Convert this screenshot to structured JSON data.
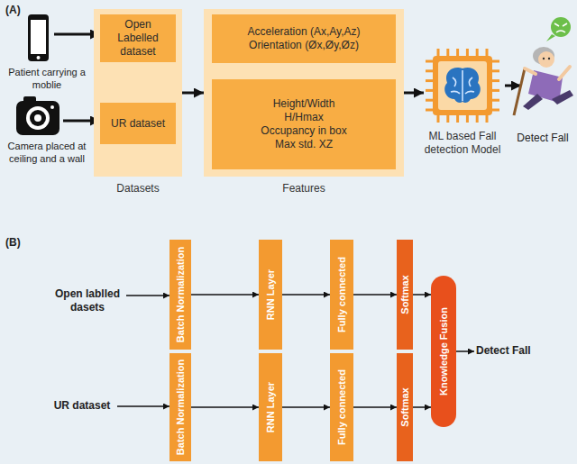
{
  "diagram": {
    "nodes": [
      {
        "text": [
          "Datasets"
        ]
      },
      {
        "text": [
          "Open Labelled dataset"
        ],
        "in": 0
      },
      {
        "text": [
          "UR dataset"
        ],
        "in": 0
      },
      {
        "text": [
          "Features"
        ]
      },
      {
        "text": [
          "Acceleration (Ax,Ay,Az)",
          "Orientation (Øx,Øy,Øz)"
        ],
        "in": 3
      },
      {
        "text": [
          "Height/Width",
          "H/Hmax",
          "Occupancy in box",
          "Max std. XZ"
        ],
        "in": 3
      },
      {
        "text": [
          "ML based Fall detection Model"
        ]
      },
      {
        "text": [
          "Batch Normalization"
        ]
      },
      {
        "text": [
          "RNN Layer"
        ]
      },
      {
        "text": [
          "Fully connected"
        ]
      },
      {
        "text": [
          "Softmax"
        ]
      },
      {
        "text": [
          "Knowledge Fusion"
        ]
      },
      {
        "text": [
          "Batch Normalization"
        ]
      },
      {
        "text": [
          "RNN Layer"
        ]
      },
      {
        "text": [
          "Fully connected"
        ]
      },
      {
        "text": [
          "Softmax"
        ]
      }
    ],
    "edges": [
      {
        "from": 0,
        "to": 3,
        "arrow": "to"
      },
      {
        "from": 3,
        "to": 6,
        "arrow": "to"
      },
      {
        "from": 7,
        "to": 8,
        "arrow": "to"
      },
      {
        "from": 8,
        "to": 9,
        "arrow": "to"
      },
      {
        "from": 9,
        "to": 10,
        "arrow": "to"
      },
      {
        "from": 10,
        "to": 11,
        "arrow": "to"
      },
      {
        "from": 12,
        "to": 13,
        "arrow": "to"
      },
      {
        "from": 13,
        "to": 14,
        "arrow": "to"
      },
      {
        "from": 14,
        "to": 15,
        "arrow": "to"
      },
      {
        "from": 15,
        "to": 11,
        "arrow": "to"
      }
    ],
    "labels": [
      "(A)",
      "Patient carrying a moblie",
      "Camera placed at ceiling and a wall",
      "Detect Fall",
      "(B)",
      "Open lablled dasets",
      "UR dataset",
      "Detect Fall"
    ]
  }
}
